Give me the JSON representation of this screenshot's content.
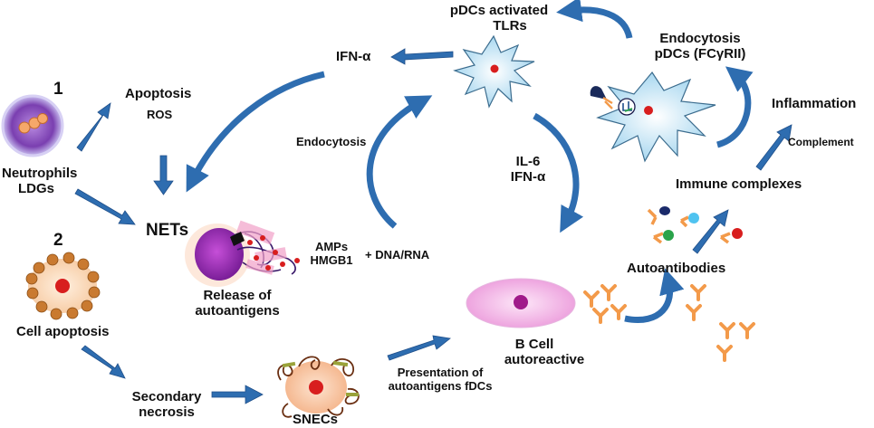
{
  "labels": {
    "num1": "1",
    "num2": "2",
    "neutrophils": [
      "Neutrophils",
      "LDGs"
    ],
    "apoptosis": "Apoptosis",
    "ros": "ROS",
    "nets": "NETs",
    "release": [
      "Release of",
      "autoantigens"
    ],
    "amps": [
      "AMPs",
      "HMGB1"
    ],
    "dna_rna": "+ DNA/RNA",
    "endocytosis": "Endocytosis",
    "ifn_alpha": "IFN-α",
    "pdcs_activated": [
      "pDCs activated",
      "TLRs"
    ],
    "endocytosis_pdcs": [
      "Endocytosis",
      "pDCs (FCγRII)"
    ],
    "il6_ifn": [
      "IL-6",
      "IFN-α"
    ],
    "inflammation": "Inflammation",
    "complement": "Complement",
    "immune_complexes": "Immune complexes",
    "autoantibodies": "Autoantibodies",
    "bcell": [
      "B Cell",
      "autoreactive"
    ],
    "presentation": [
      "Presentation of",
      "autoantigens  fDCs"
    ],
    "cell_apoptosis": "Cell apoptosis",
    "secondary_necrosis": [
      "Secondary",
      "necrosis"
    ],
    "snecs": "SNECs"
  },
  "colors": {
    "arrow": "#2e6db0",
    "arrow_dark": "#1f4f8a",
    "neutrophil": "#7a3fb0",
    "bcell": "#f1a9e6",
    "pdc": "#bfe4f6",
    "nucleus": "#d81e1e",
    "antibody": "#f39a4a",
    "apoptotic_cell": "#c97a30"
  }
}
